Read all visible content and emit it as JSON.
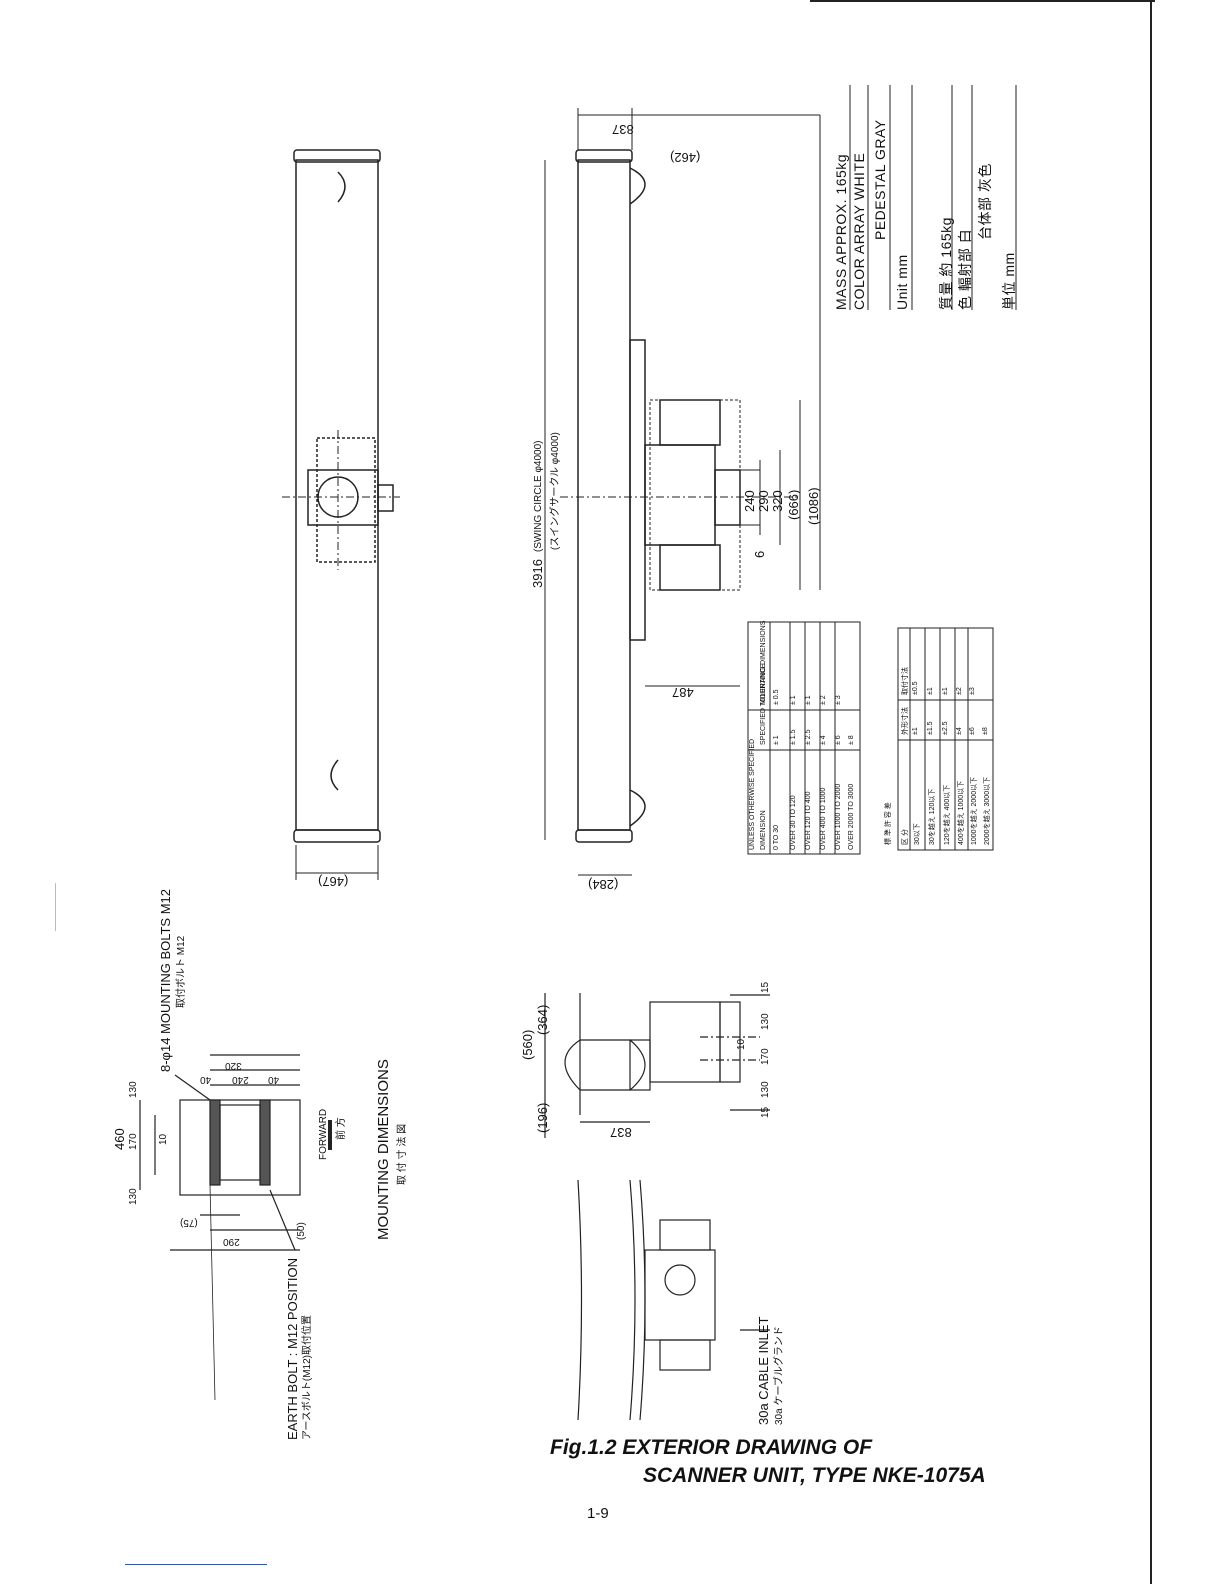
{
  "caption": {
    "line1": "Fig.1.2 EXTERIOR DRAWING OF",
    "line2": "SCANNER UNIT, TYPE NKE-1075A"
  },
  "page_number": "1-9",
  "specs": {
    "mass": "MASS    APPROX. 165kg",
    "color_array": "COLOR    ARRAY    WHITE",
    "color_pedestal": "PEDESTAL  GRAY",
    "unit": "Unit    mm",
    "jp_mass": "質量    約 165kg",
    "jp_color": "色    輻射部    白",
    "jp_pedestal": "台体部    灰色",
    "jp_unit": "単位    mm"
  },
  "top_view": {
    "width_dim": "(467)"
  },
  "side_view": {
    "length": "3916",
    "swing_circle": "(SWING CIRCLE φ4000)",
    "swing_circle_jp": "(スイングサークル φ4000)",
    "dim_837": "837",
    "dim_462": "(462)",
    "dim_487": "487",
    "dim_284": "(284)",
    "dim_240": "240",
    "dim_290": "290",
    "dim_320": "320",
    "dim_666": "(666)",
    "dim_1086": "(1086)",
    "dim_6": "6"
  },
  "tolerance_en": {
    "title": "UNLESS OTHERWISE SPECIFIED",
    "headers": [
      "DIMENSION",
      "SPECIFIED TOLERANCE",
      "MOUNTING DIMENSIONS"
    ],
    "rows": [
      [
        "0 TO 30",
        "± 1",
        "± 0.5"
      ],
      [
        "OVER 30 TO 120",
        "± 1.5",
        "± 1"
      ],
      [
        "OVER 120 TO 400",
        "± 2.5",
        "± 1"
      ],
      [
        "OVER 400 TO 1000",
        "± 4",
        "± 2"
      ],
      [
        "OVER 1000 TO 2000",
        "± 6",
        "± 3"
      ],
      [
        "OVER 2000 TO 3000",
        "± 8",
        ""
      ]
    ]
  },
  "tolerance_jp": {
    "title": "標 準 許 容 差",
    "headers": [
      "区 分",
      "外形寸法",
      "取付寸法"
    ],
    "rows": [
      [
        "30以下",
        "±1",
        "±0.5"
      ],
      [
        "30を越え 120以下",
        "±1.5",
        "±1"
      ],
      [
        "120を越え 400以下",
        "±2.5",
        "±1"
      ],
      [
        "400を越え 1000以下",
        "±4",
        "±2"
      ],
      [
        "1000を越え 2000以下",
        "±6",
        "±3"
      ],
      [
        "2000を越え 3000以下",
        "±8",
        ""
      ]
    ]
  },
  "mounting": {
    "bolts": "8-φ14  MOUNTING BOLTS  M12",
    "bolts_jp": "取付ボルト M12",
    "earth_bolt": "EARTH BOLT : M12 POSITION",
    "earth_bolt_jp": "アースボルト(M12)取付位置",
    "title": "MOUNTING DIMENSIONS",
    "title_jp": "取 付 寸 法 図",
    "forward": "FORWARD",
    "forward_jp": "前 方",
    "dim_460": "460",
    "dim_130a": "130",
    "dim_170": "170",
    "dim_10": "10",
    "dim_130b": "130",
    "dim_320": "320",
    "dim_40a": "40",
    "dim_240": "240",
    "dim_40b": "40",
    "dim_75": "(75)",
    "dim_290": "290",
    "dim_50": "(50)"
  },
  "front_view": {
    "dim_560": "(560)",
    "dim_364": "(364)",
    "dim_196": "(196)",
    "dim_837": "837",
    "dim_15a": "15",
    "dim_130a": "130",
    "dim_170": "170",
    "dim_130b": "130",
    "dim_15b": "15",
    "dim_10": "10"
  },
  "cable": {
    "label": "30a  CABLE INLET",
    "label_jp": "30a  ケーブルグランド"
  }
}
